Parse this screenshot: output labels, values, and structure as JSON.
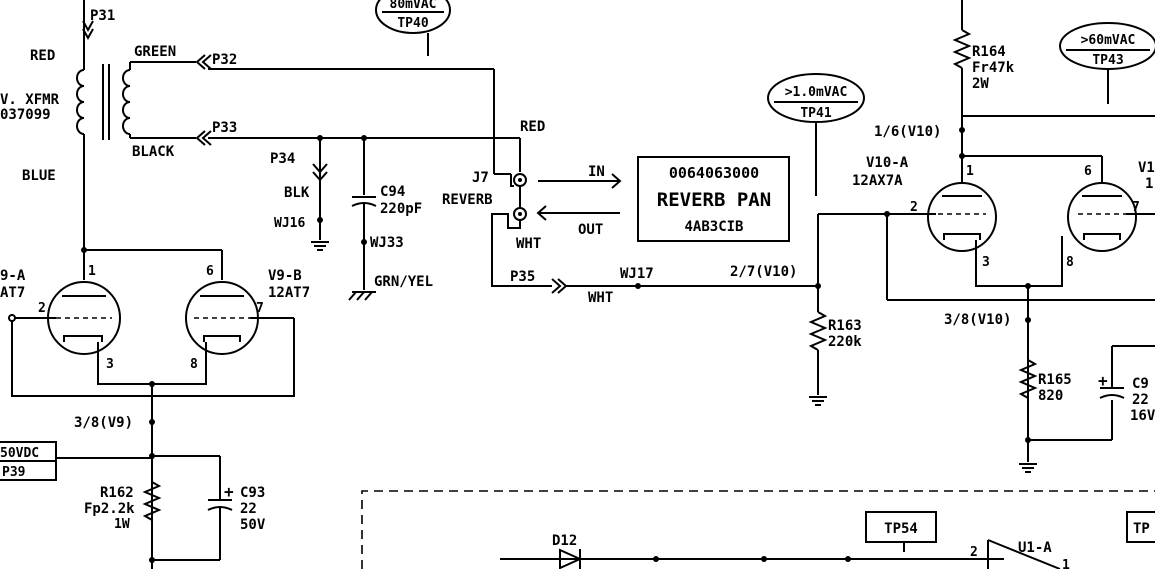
{
  "labels": {
    "p31": "P31",
    "red_left": "RED",
    "xfmr_a": "V. XFMR",
    "xfmr_b": "037099",
    "blue": "BLUE",
    "green": "GREEN",
    "p32": "P32",
    "p33": "P33",
    "black": "BLACK",
    "p34": "P34",
    "blk": "BLK",
    "wj16": "WJ16",
    "c94": "C94",
    "c94_val": "220pF",
    "wj33": "WJ33",
    "grnyel": "GRN/YEL",
    "j7": "J7",
    "reverb": "REVERB",
    "red_j": "RED",
    "wht_j": "WHT",
    "in": "IN",
    "out": "OUT",
    "p35": "P35",
    "wht_w": "WHT",
    "wj17": "WJ17",
    "pin_27": "2/7(V10)",
    "r163": "R163",
    "r163_val": "220k",
    "pan_part": "0064063000",
    "pan_name": "REVERB PAN",
    "pan_code": "4AB3CIB",
    "r164": "R164",
    "r164_a": "Fr47k",
    "r164_b": "2W",
    "pin_16": "1/6(V10)",
    "v10a": "V10-A",
    "v10a_type": "12AX7A",
    "v10b_a": "V1",
    "v10b_b": "1",
    "pin_38_10": "3/8(V10)",
    "r165": "R165",
    "r165_val": "820",
    "c95": "C9",
    "c95_a": "22",
    "c95_b": "16V",
    "plus": "+",
    "v9a": "9-A",
    "v9a_type": "AT7",
    "v9b": "V9-B",
    "v9b_type": "12AT7",
    "pin_38_9": "3/8(V9)",
    "r162": "R162",
    "r162_a": "Fp2.2k",
    "r162_b": "1W",
    "c93": "C93",
    "c93_a": "22",
    "c93_b": "50V",
    "d12": "D12",
    "u1a": "U1-A",
    "n1": "1",
    "n2": "2",
    "n3": "3",
    "n6": "6",
    "n7": "7",
    "n8": "8"
  },
  "test_points": {
    "tp40_val": "80mVAC",
    "tp40": "TP40",
    "tp41_val": ">1.0mVAC",
    "tp41": "TP41",
    "tp43_val": ">60mVAC",
    "tp43": "TP43",
    "tp39_val": "50VDC",
    "tp39": "P39",
    "tp54": "TP54",
    "tp_r": "TP"
  }
}
